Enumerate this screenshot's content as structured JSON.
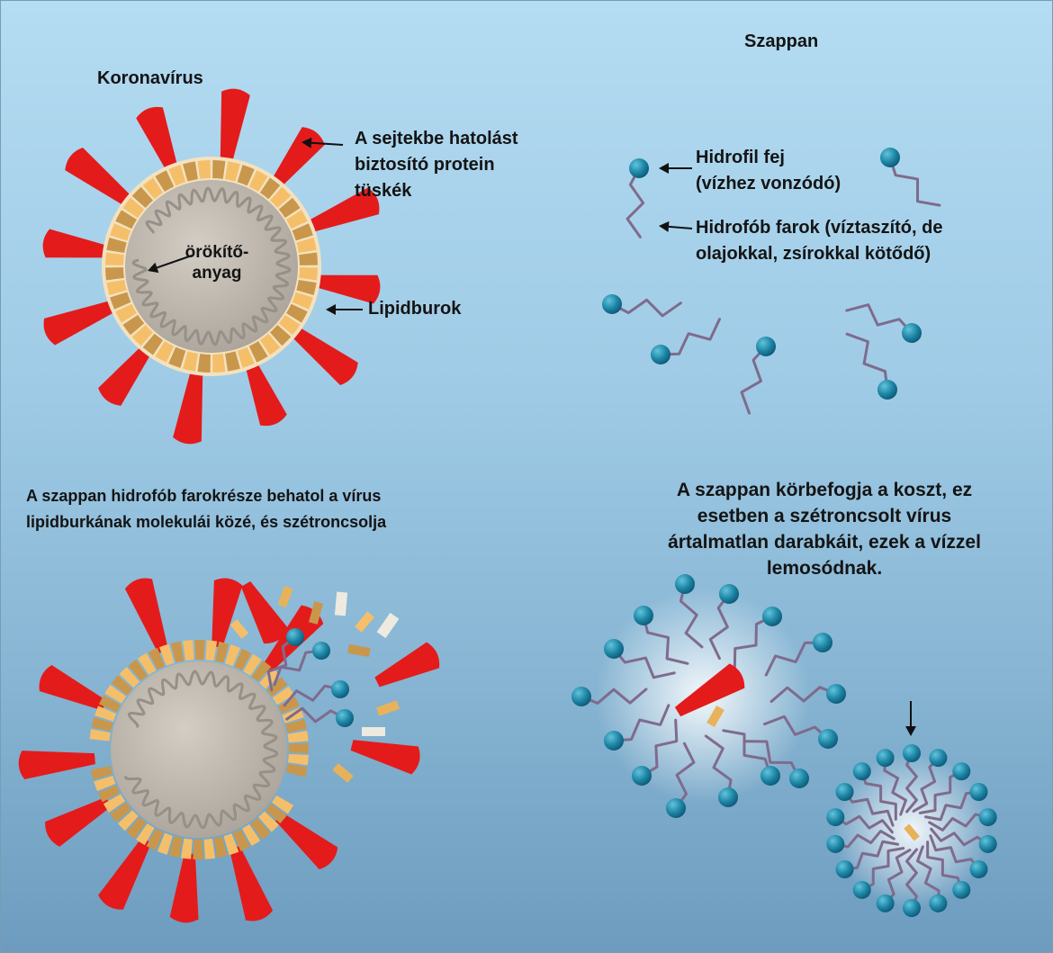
{
  "labels": {
    "coronavirus_title": "Koronavírus",
    "soap_title": "Szappan",
    "spike_note": "A sejtekbe hatolást\nbiztosító protein\ntüskék",
    "genome_note": "örökítő-\nanyag",
    "lipid_note": "Lipidburok",
    "head_note": "Hidrofil fej\n(vízhez vonzódó)",
    "tail_note": "Hidrofób farok (víztaszító, de\nolajokkal, zsírokkal kötődő)",
    "step1_caption": "A szappan hidrofób farokrésze behatol a vírus\nlipidburkának molekulái közé, és szétroncsolja",
    "step2_caption": "A szappan körbefogja a koszt, ez\nesetben a szétroncsolt vírus\nártalmatlan darabkáit, ezek a vízzel\nlemosódnak."
  },
  "colors": {
    "spike": "#e41b1b",
    "lipid_light": "#f5bf6a",
    "lipid_dark": "#c8974c",
    "lipid_white": "#eeeae0",
    "soap_head": "#1e87a6",
    "soap_tail": "#7f6b8d",
    "genome": "#969088",
    "core": "#bbb4ab",
    "arrow": "#111111"
  },
  "icons": [
    "coronavirus-icon",
    "soap-molecule-icon",
    "micelle-icon",
    "arrow-icon"
  ]
}
